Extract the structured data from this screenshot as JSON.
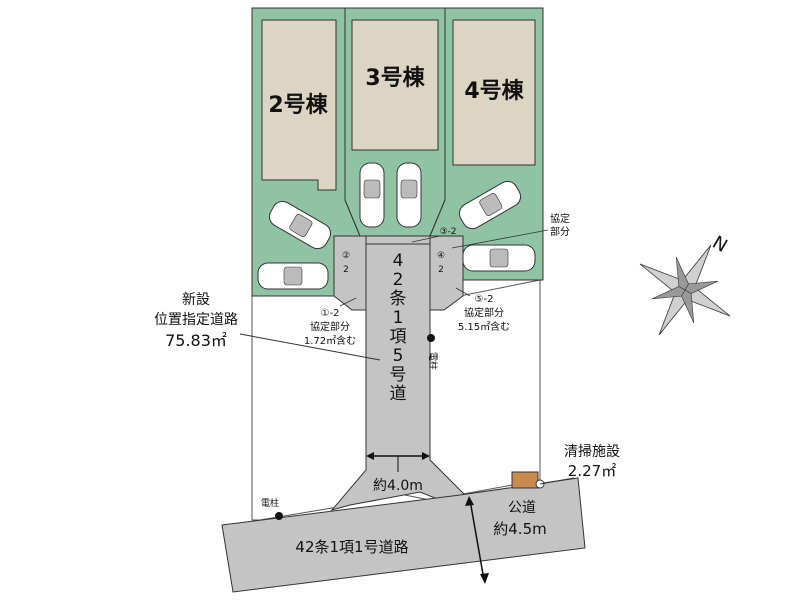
{
  "buildings": {
    "b2": "2号棟",
    "b3": "3号棟",
    "b4": "4号棟"
  },
  "road_new": {
    "vertical_label": "42条1項5号道路",
    "title_line1": "新設",
    "title_line2": "位置指定道路",
    "area": "75.83㎡",
    "width": "約4.0m"
  },
  "agreements": {
    "a1_id": "①-2",
    "a1_label": "協定部分",
    "a1_note": "1.72㎡含む",
    "a2_id": "②",
    "a2_sub": "2",
    "a3_id": "③-2",
    "a4_id": "④",
    "a4_sub": "2",
    "a5_id": "⑤-2",
    "a5_label": "協定部分",
    "a5_note": "5.15㎡含む",
    "top_label_line1": "協定",
    "top_label_line2": "部分"
  },
  "poles": {
    "p1": "電柱",
    "p2": "電柱"
  },
  "cleaning": {
    "label": "清掃施設",
    "area": "2.27㎡"
  },
  "public_road": {
    "label": "42条1項1号道路",
    "type": "公道",
    "width": "約4.5m"
  },
  "compass": {
    "north": "N"
  },
  "colors": {
    "lot_green": "#8fc3a3",
    "building_beige": "#ddd5c4",
    "road_gray": "#c4c4c4",
    "cleaning_orange": "#c98a4e"
  }
}
